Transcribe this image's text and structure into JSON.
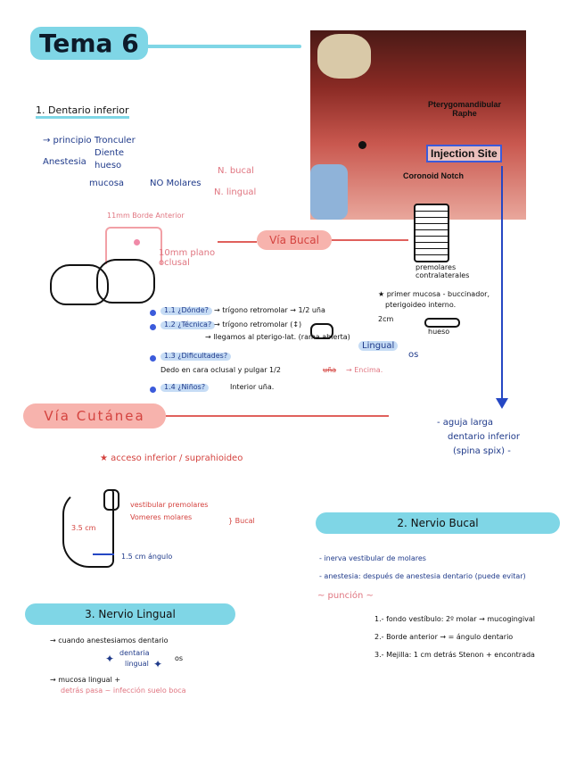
{
  "title": "Tema 6",
  "photo": {
    "label_raphe": "Pterygomandibular Raphe",
    "label_injection": "Injection Site",
    "label_coronoid": "Coronoid Notch"
  },
  "section1": {
    "heading": "1. Dentario inferior",
    "line1": "→ principio Tronculer",
    "anestesia": "Anestesia",
    "diente": "Diente",
    "hueso": "hueso",
    "mucosa": "mucosa",
    "no_molares": "NO Molares",
    "n_bucal": "N. bucal",
    "n_lingual": "N. lingual",
    "measure_top": "11mm Borde Anterior",
    "measure_side": "10mm plano oclusal"
  },
  "via_bucal": "Vía Bucal",
  "syringe_note": "premolares contralaterales",
  "right_notes": {
    "line1": "★ primer mucosa - buccinador,",
    "line2": "pterigoideo interno.",
    "cm": "2cm",
    "bone": "hueso",
    "lingual": "Lingual",
    "os": "os"
  },
  "steps": {
    "s1": "1.1 ¿Dónde?",
    "s1_text": "→ trígono retromolar → 1/2 uña",
    "s2": "1.2 ¿Técnica?",
    "s2_text": "→ trígono retromolar (↕)",
    "s2_sub": "→ llegamos al pterigo-lat. (rama abierta)",
    "s3": "1.3 ¿Dificultades?",
    "s3_text": "Dedo en cara oclusal y pulgar 1/2",
    "s3_strike": "uña",
    "s3_result": "→ Encima.",
    "s4": "1.4 ¿Niños?",
    "s4_text": "Interior uña."
  },
  "via_cutanea": "Vía Cutánea",
  "blue_right": {
    "line1": "- aguja larga",
    "line2": "dentario inferior",
    "line3": "(spina spix) -"
  },
  "cutanea_note": "★ acceso inferior / suprahioideo",
  "mandible": {
    "red1": "vestibular premolares",
    "red2": "Vomeres molares",
    "bucal": "} Bucal",
    "measure_35": "3.5 cm",
    "measure_15": "1.5 cm ángulo"
  },
  "section2": {
    "heading": "2. Nervio Bucal",
    "line1": "- inerva vestibular de molares",
    "line2": "- anestesia: después de anestesia dentario (puede evitar)",
    "puncion": "~ punción ~",
    "p1": "1.- fondo vestíbulo: 2º molar → mucogingival",
    "p2": "2.- Borde anterior → = ángulo dentario",
    "p3": "3.- Mejilla: 1 cm detrás Stenon + encontrada"
  },
  "section3": {
    "heading": "3. Nervio Lingual",
    "line1": "→ cuando anestesiamos dentario",
    "dentaria": "dentaria",
    "lingual": "lingual",
    "os": "os",
    "line2": "→ mucosa lingual +",
    "line3": "detrás pasa ~ infección suelo boca"
  }
}
